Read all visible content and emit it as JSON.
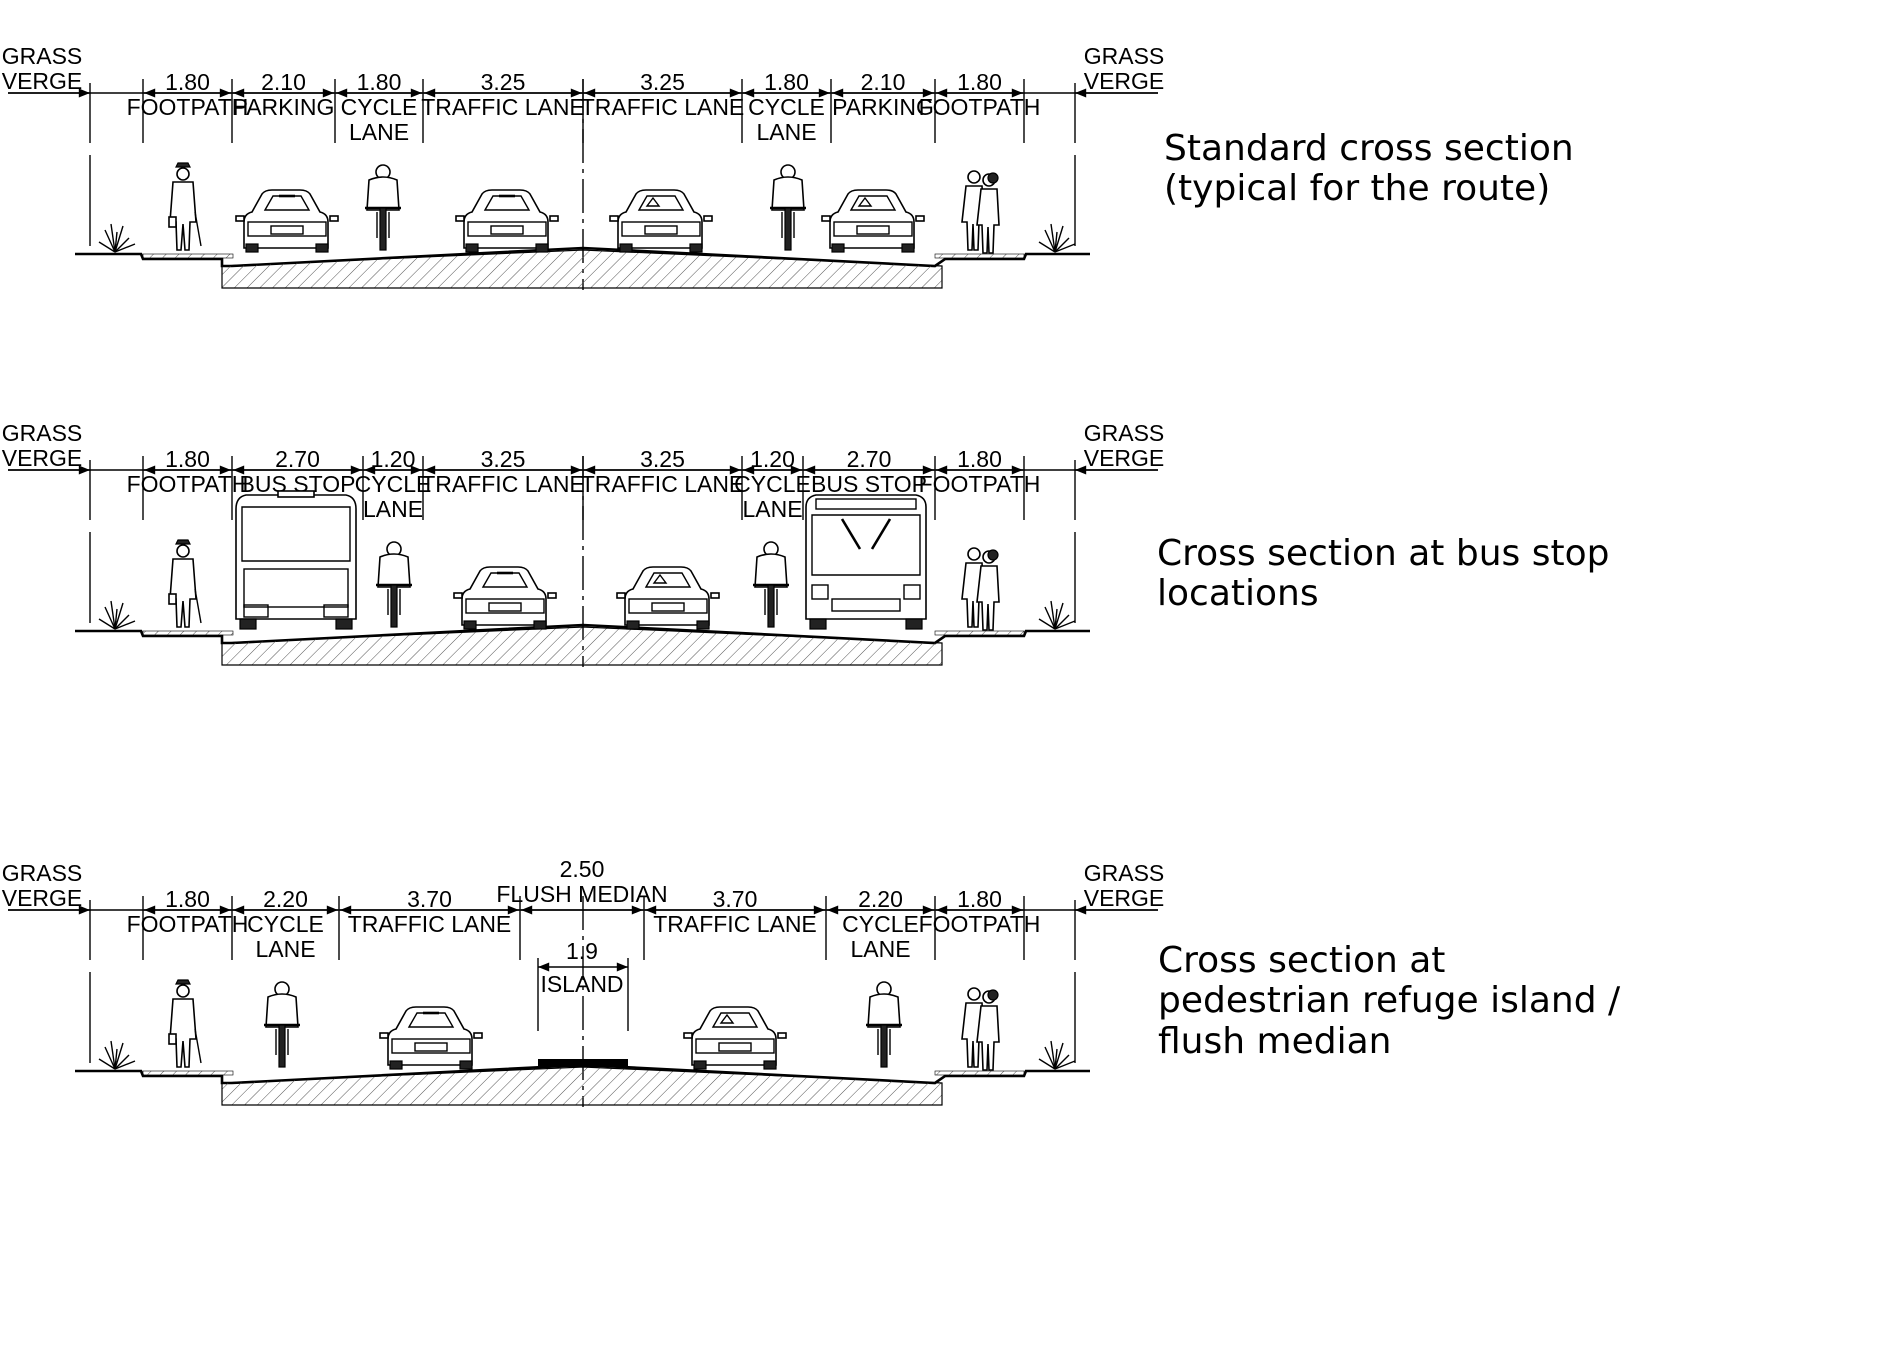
{
  "colors": {
    "ink": "#000000",
    "paper": "#ffffff",
    "hatch": "#555555"
  },
  "sections": [
    {
      "key": "standard",
      "caption": [
        "Standard cross section",
        "(typical for the route)"
      ],
      "verge_left": [
        "GRASS",
        "VERGE"
      ],
      "verge_right": [
        "GRASS",
        "VERGE"
      ],
      "lanes": [
        {
          "width": "1.80",
          "label": [
            "FOOTPATH"
          ]
        },
        {
          "width": "2.10",
          "label": [
            "PARKING"
          ]
        },
        {
          "width": "1.80",
          "label": [
            "CYCLE",
            "LANE"
          ]
        },
        {
          "width": "3.25",
          "label": [
            "TRAFFIC LANE"
          ]
        },
        {
          "width": "3.25",
          "label": [
            "TRAFFIC LANE"
          ]
        },
        {
          "width": "1.80",
          "label": [
            "CYCLE",
            "LANE"
          ]
        },
        {
          "width": "2.10",
          "label": [
            "PARKING"
          ]
        },
        {
          "width": "1.80",
          "label": [
            "FOOTPATH"
          ]
        }
      ],
      "objects": [
        "pedestrian-icon",
        "car-rear-icon",
        "cyclist-icon",
        "car-rear-icon",
        "car-front-icon",
        "cyclist-icon",
        "car-front-icon",
        "couple-icon"
      ]
    },
    {
      "key": "bus_stop",
      "caption": [
        "Cross section at bus stop",
        "locations"
      ],
      "verge_left": [
        "GRASS",
        "VERGE"
      ],
      "verge_right": [
        "GRASS",
        "VERGE"
      ],
      "lanes": [
        {
          "width": "1.80",
          "label": [
            "FOOTPATH"
          ]
        },
        {
          "width": "2.70",
          "label": [
            "BUS STOP"
          ]
        },
        {
          "width": "1.20",
          "label": [
            "CYCLE",
            "LANE"
          ]
        },
        {
          "width": "3.25",
          "label": [
            "TRAFFIC LANE"
          ]
        },
        {
          "width": "3.25",
          "label": [
            "TRAFFIC LANE"
          ]
        },
        {
          "width": "1.20",
          "label": [
            "CYCLE",
            "LANE"
          ]
        },
        {
          "width": "2.70",
          "label": [
            "BUS STOP"
          ]
        },
        {
          "width": "1.80",
          "label": [
            "FOOTPATH"
          ]
        }
      ],
      "objects": [
        "pedestrian-icon",
        "bus-rear-icon",
        "cyclist-icon",
        "car-rear-icon",
        "car-front-icon",
        "cyclist-icon",
        "bus-front-icon",
        "couple-icon"
      ]
    },
    {
      "key": "refuge",
      "caption": [
        "Cross section at",
        "pedestrian refuge island /",
        "flush median"
      ],
      "verge_left": [
        "GRASS",
        "VERGE"
      ],
      "verge_right": [
        "GRASS",
        "VERGE"
      ],
      "lanes": [
        {
          "width": "1.80",
          "label": [
            "FOOTPATH"
          ]
        },
        {
          "width": "2.20",
          "label": [
            "CYCLE",
            "LANE"
          ]
        },
        {
          "width": "3.70",
          "label": [
            "TRAFFIC LANE"
          ]
        },
        {
          "width": "2.50",
          "label": [
            "FLUSH MEDIAN"
          ],
          "above": true
        },
        {
          "width": "3.70",
          "label": [
            "TRAFFIC LANE"
          ]
        },
        {
          "width": "2.20",
          "label": [
            "CYCLE",
            "LANE"
          ]
        },
        {
          "width": "1.80",
          "label": [
            "FOOTPATH"
          ]
        }
      ],
      "island": {
        "width": "1.9",
        "label": "ISLAND"
      },
      "objects": [
        "pedestrian-icon",
        "cyclist-icon",
        "car-rear-icon",
        "car-front-icon",
        "cyclist-icon",
        "couple-icon"
      ]
    }
  ]
}
